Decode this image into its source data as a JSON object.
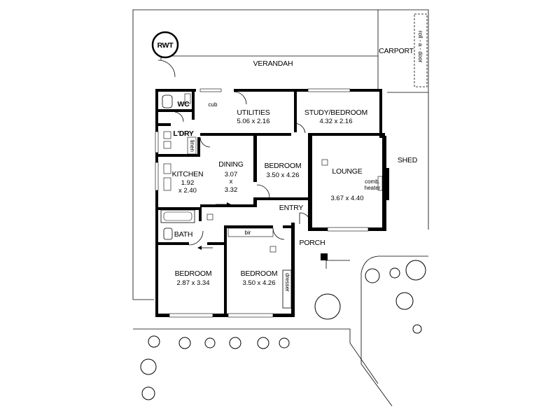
{
  "labels": {
    "rwt": "RWT",
    "verandah": "VERANDAH",
    "carport": "CARPORT",
    "roll_door": "roll - a - door",
    "wc": "WC",
    "cub": "cub",
    "utilities": "UTILITIES",
    "utilities_dim": "5.06 x 2.16",
    "study": "STUDY/BEDROOM",
    "study_dim": "4.32 x 2.16",
    "ldry": "L'DRY",
    "linen": "linen",
    "dining": "DINING",
    "dining_dim1": "3.07",
    "dining_dim2": "x",
    "dining_dim3": "3.32",
    "bedroom_c": "BEDROOM",
    "bedroom_c_dim": "3.50 x 4.26",
    "lounge": "LOUNGE",
    "lounge_dim": "3.67 x 4.40",
    "comb1": "comb.",
    "comb2": "heater",
    "shed": "SHED",
    "kitchen": "KITCHEN",
    "kitchen_dim1": "1.92",
    "kitchen_dim2": "x 2.40",
    "entry": "ENTRY",
    "bath": "BATH",
    "bir": "bir",
    "porch": "PORCH",
    "bedroom_l": "BEDROOM",
    "bedroom_l_dim": "2.87 x 3.34",
    "bedroom_r": "BEDROOM",
    "bedroom_r_dim": "3.50 x 4.26",
    "dresser": "dresser"
  }
}
